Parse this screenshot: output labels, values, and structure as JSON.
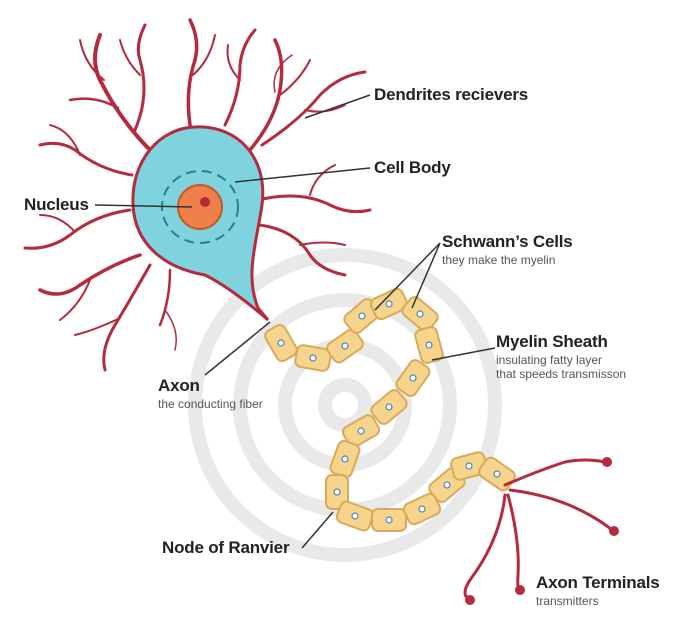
{
  "labels": {
    "dendrites": {
      "title": "Dendrites recievers"
    },
    "cell_body": {
      "title": "Cell Body"
    },
    "nucleus": {
      "title": "Nucleus"
    },
    "schwann": {
      "title": "Schwann’s Cells",
      "sub": "they make the myelin"
    },
    "myelin": {
      "title": "Myelin Sheath",
      "sub1": "insulating fatty layer",
      "sub2": "that speeds transmisson"
    },
    "axon": {
      "title": "Axon",
      "sub": "the conducting fiber"
    },
    "node": {
      "title": "Node of Ranvier"
    },
    "terminals": {
      "title": "Axon Terminals",
      "sub": "transmitters"
    }
  },
  "colors": {
    "dendrite": "#b52a3c",
    "cytoplasm": "#7fd3de",
    "cell_outline": "#b52a3c",
    "nucleus": "#f0804a",
    "nucleolus": "#b52a3c",
    "myelin_fill": "#f6d48c",
    "myelin_stroke": "#d9a95b",
    "leader_line": "#333333"
  },
  "icons": {
    "watermark": "spiral-watermark-icon"
  }
}
